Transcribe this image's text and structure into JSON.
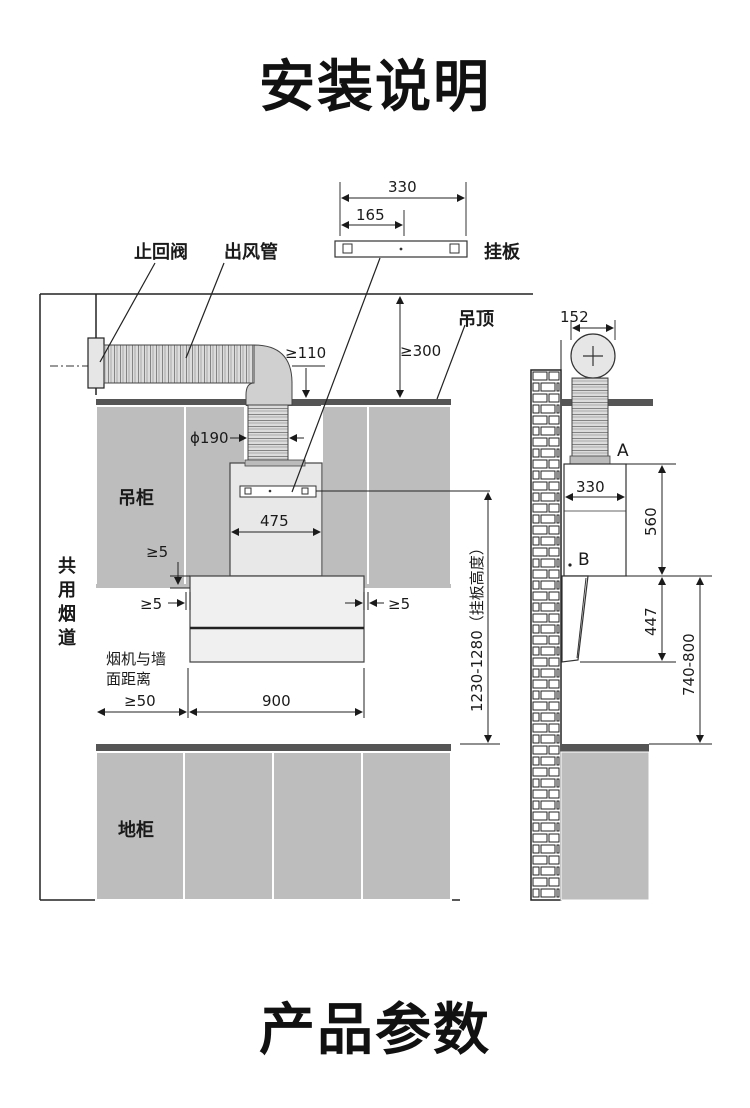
{
  "header": {
    "title": "安装说明"
  },
  "footer": {
    "title": "产品参数"
  },
  "labels": {
    "check_valve": "止回阀",
    "exhaust_pipe": "出风管",
    "mount_plate": "挂板",
    "ceiling": "吊顶",
    "wall_cabinet": "吊柜",
    "shared_flue": [
      "共",
      "用",
      "烟",
      "道"
    ],
    "hood_wall_dist": [
      "烟机与墙",
      "面距离"
    ],
    "base_cabinet": "地柜",
    "point_a": "A",
    "point_b": "B"
  },
  "dims": {
    "plate_total": "330",
    "plate_half": "165",
    "min_110": "≥110",
    "min_300": "≥300",
    "duct_dia": "ϕ190",
    "hood_top_width": "475",
    "gap_5_v": "≥5",
    "gap_5_l": "≥5",
    "gap_5_r": "≥5",
    "min_50": "≥50",
    "hood_width": "900",
    "plate_height": "1230-1280（挂板高度）",
    "side_pipe": "152",
    "side_depth": "330",
    "side_560": "560",
    "side_447": "447",
    "side_740": "740-800"
  }
}
